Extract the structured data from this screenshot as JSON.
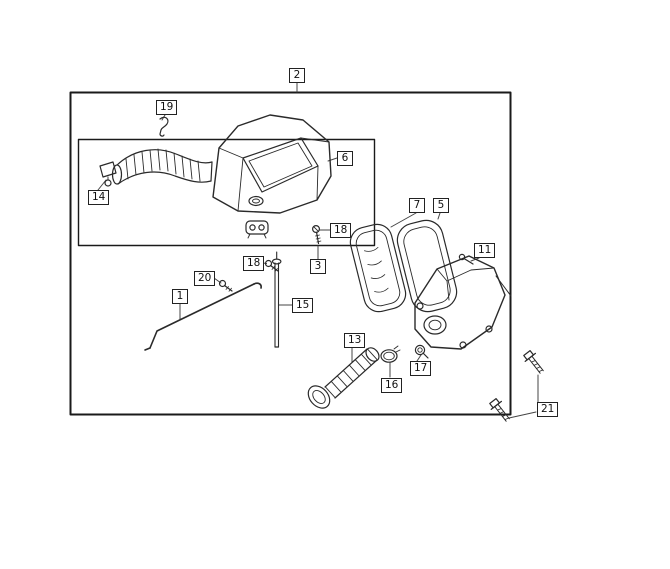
{
  "figure": {
    "type": "exploded-parts-diagram",
    "subject": "air-cleaner-assembly",
    "background_color": "#ffffff",
    "line_color": "#2a2a2a",
    "frame_color": "#1a1a1a"
  },
  "callouts": {
    "c2": "2",
    "c19": "19",
    "c6": "6",
    "c14": "14",
    "c7": "7",
    "c5": "5",
    "c11": "11",
    "c18a": "18",
    "c3": "3",
    "c18b": "18",
    "c20": "20",
    "c1": "1",
    "c15": "15",
    "c13": "13",
    "c16": "16",
    "c17": "17",
    "c21": "21"
  }
}
